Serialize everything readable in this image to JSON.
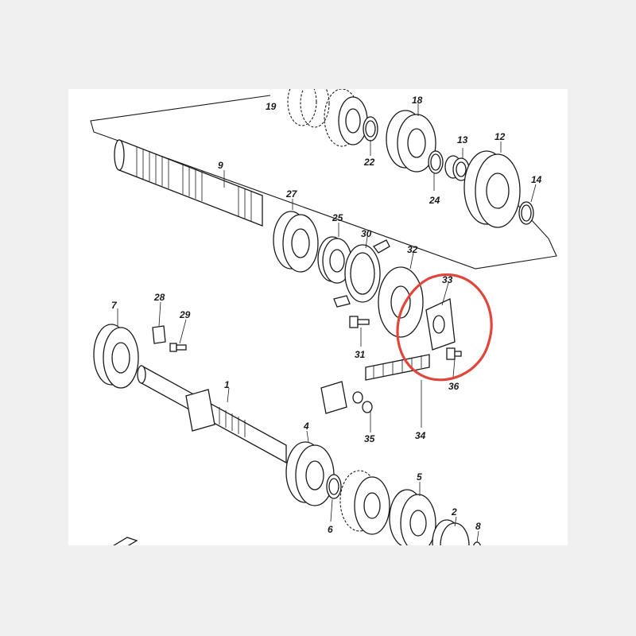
{
  "labels": {
    "p1": "1",
    "p2": "2",
    "p4": "4",
    "p5": "5",
    "p6": "6",
    "p7": "7",
    "p8": "8",
    "p9": "9",
    "p12": "12",
    "p13": "13",
    "p14": "14",
    "p18": "18",
    "p19": "19",
    "p22": "22",
    "p24": "24",
    "p25": "25",
    "p27": "27",
    "p28": "28",
    "p29": "29",
    "p30": "30",
    "p31": "31",
    "p32": "32",
    "p33": "33",
    "p34": "34",
    "p35": "35",
    "p36": "36"
  },
  "highlight": {
    "color": "#e0463b",
    "target": "33"
  }
}
